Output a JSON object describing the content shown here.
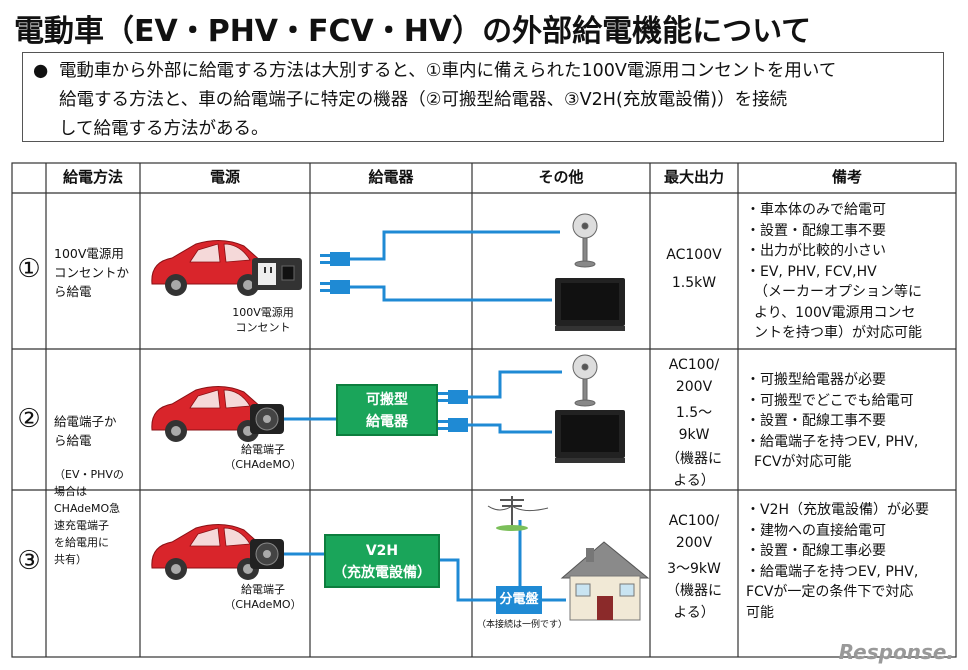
{
  "title": "電動車（EV・PHV・FCV・HV）の外部給電機能について",
  "intro": {
    "bullet": "●",
    "lines": [
      "電動車から外部に給電する方法は大別すると、①車内に備えられた100V電源用コンセントを用いて",
      "給電する方法と、車の給電端子に特定の機器（②可搬型給電器、③V2H(充放電設備)）を接続",
      "して給電する方法がある。"
    ]
  },
  "table": {
    "headers": [
      "給電方法",
      "電源",
      "給電器",
      "その他",
      "最大出力",
      "備考"
    ],
    "rows": [
      {
        "num": "①",
        "method": [
          "100V電源用",
          "コンセントか",
          "ら給電"
        ],
        "source_label": [
          "100V電源用",
          "コンセント"
        ],
        "power": [
          "AC100V",
          "1.5kW"
        ],
        "remarks": [
          "・車本体のみで給電可",
          "・設置・配線工事不要",
          "・出力が比較的小さい",
          "・EV, PHV, FCV,HV",
          "（メーカーオプション等に",
          "より、100V電源用コンセ",
          "ントを持つ車）が対応可能"
        ]
      },
      {
        "num": "②",
        "method": [
          "給電端子か",
          "ら給電"
        ],
        "method_note": [
          "（EV・PHVの",
          "場合は",
          "CHAdeMO急",
          "速充電端子",
          "を給電用に",
          "共有）"
        ],
        "source_label": [
          "給電端子",
          "（CHAdeMO）"
        ],
        "device": [
          "可搬型",
          "給電器"
        ],
        "power": [
          "AC100/",
          "200V",
          "1.5〜",
          "9kW",
          "（機器に",
          "よる）"
        ],
        "remarks": [
          "・可搬型給電器が必要",
          "・可搬型でどこでも給電可",
          "・設置・配線工事不要",
          "・給電端子を持つEV, PHV,",
          "FCVが対応可能"
        ]
      },
      {
        "num": "③",
        "source_label": [
          "給電端子",
          "（CHAdeMO）"
        ],
        "device": [
          "V2H",
          "（充放電設備）"
        ],
        "panel": "分電盤",
        "panel_note": "（本接続は一例です）",
        "power": [
          "AC100/",
          "200V",
          "3〜9kW",
          "（機器に",
          "よる）"
        ],
        "remarks": [
          "・V2H（充放電設備）が必要",
          "・建物への直接給電可",
          "・設置・配線工事必要",
          "・給電端子を持つEV, PHV,",
          "FCVが一定の条件下で対応",
          "可能"
        ]
      }
    ]
  },
  "logo": "Response.",
  "colors": {
    "car": "#d9252b",
    "wire": "#1f8ad4",
    "device": "#1aa55a"
  }
}
